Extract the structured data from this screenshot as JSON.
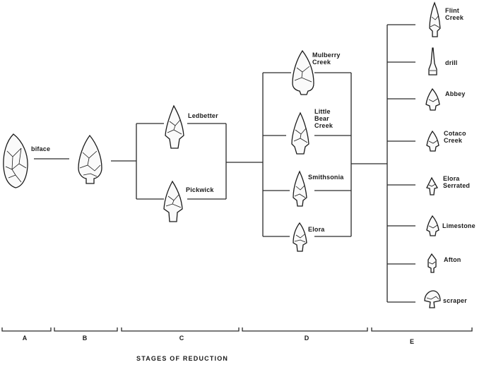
{
  "labels": {
    "biface": "biface",
    "ledbetter": "Ledbetter",
    "pickwick": "Pickwick",
    "mulberry": "Mulberry\nCreek",
    "little_bear": "Little\nBear\nCreek",
    "smithsonia": "Smithsonia",
    "elora_d": "Elora",
    "flint_creek": "Flint\nCreek",
    "drill": "drill",
    "abbey": "Abbey",
    "cotaco": "Cotaco\nCreek",
    "elora_serrated": "Elora\nSerrated",
    "limestone": "Limestone",
    "afton": "Afton",
    "scraper": "scraper"
  },
  "stages": {
    "a": "A",
    "b": "B",
    "c": "C",
    "d": "D",
    "e": "E"
  },
  "caption": "STAGES OF REDUCTION"
}
